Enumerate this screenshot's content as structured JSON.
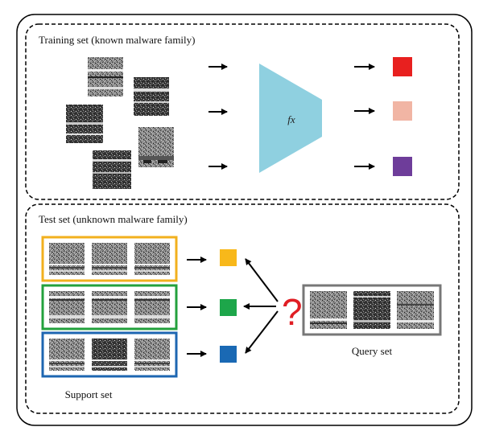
{
  "training": {
    "title": "Training set (known malware family)",
    "model_label": "fx",
    "output_colors": [
      "#e8201f",
      "#f1b5a4",
      "#6e3d9a"
    ]
  },
  "test": {
    "title": "Test set (unknown malware family)",
    "support_label": "Support set",
    "query_label": "Query set",
    "question_mark": "?",
    "support_frame_colors": [
      "#f2b01e",
      "#23a13c",
      "#1d66b1"
    ],
    "class_colors": [
      "#f8b81a",
      "#1da64a",
      "#1a69b4"
    ],
    "query_frame_color": "#777777"
  },
  "colors": {
    "trapezoid": "#8fd0e0",
    "arrow": "#000000"
  }
}
